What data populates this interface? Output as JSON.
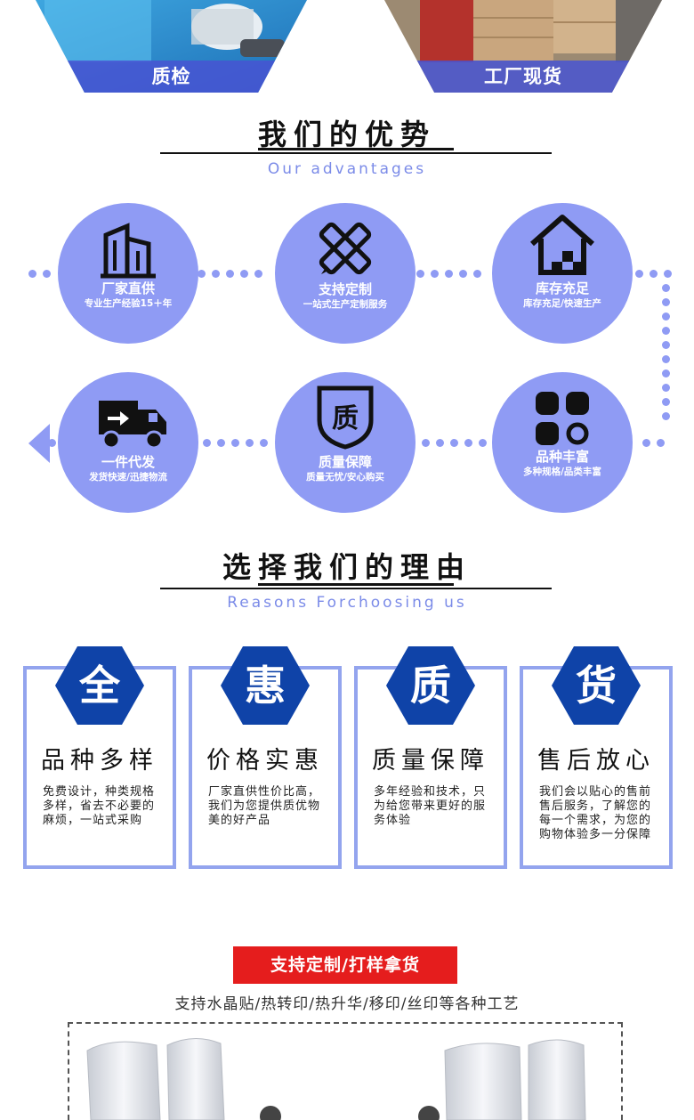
{
  "top_photos": [
    {
      "label": "质检"
    },
    {
      "label": "工厂现货"
    }
  ],
  "advantages": {
    "title": "我们的优势",
    "subtitle": "Our advantages",
    "items": [
      {
        "title": "厂家直供",
        "desc": "专业生产经验15＋年",
        "icon": "building-icon"
      },
      {
        "title": "支持定制",
        "desc": "一站式生产定制服务",
        "icon": "pencil-ruler-icon"
      },
      {
        "title": "库存充足",
        "desc": "库存充足/快速生产",
        "icon": "warehouse-icon"
      },
      {
        "title": "一件代发",
        "desc": "发货快速/迅捷物流",
        "icon": "truck-icon"
      },
      {
        "title": "质量保障",
        "desc": "质量无忧/安心购买",
        "icon": "quality-shield-icon"
      },
      {
        "title": "品种丰富",
        "desc": "多种规格/品类丰富",
        "icon": "grid-variety-icon"
      }
    ],
    "accent_color": "#8f9bf4"
  },
  "reasons": {
    "title": "选择我们的理由",
    "subtitle": "Reasons Forchoosing us",
    "badge_color": "#0f43a8",
    "cards": [
      {
        "badge": "全",
        "title": "品种多样",
        "desc": "免费设计，种类规格多样，省去不必要的麻烦，一站式采购"
      },
      {
        "badge": "惠",
        "title": "价格实惠",
        "desc": "厂家直供性价比高，我们为您提供质优物美的好产品"
      },
      {
        "badge": "质",
        "title": "质量保障",
        "desc": "多年经验和技术，只为给您带来更好的服务体验"
      },
      {
        "badge": "货",
        "title": "售后放心",
        "desc": "我们会以贴心的售前售后服务，了解您的每一个需求，为您的购物体验多一分保障"
      }
    ]
  },
  "custom": {
    "button_label": "支持定制/打样拿货",
    "crafts": "支持水晶贴/热转印/热升华/移印/丝印等各种工艺",
    "button_color": "#e51d1d"
  }
}
